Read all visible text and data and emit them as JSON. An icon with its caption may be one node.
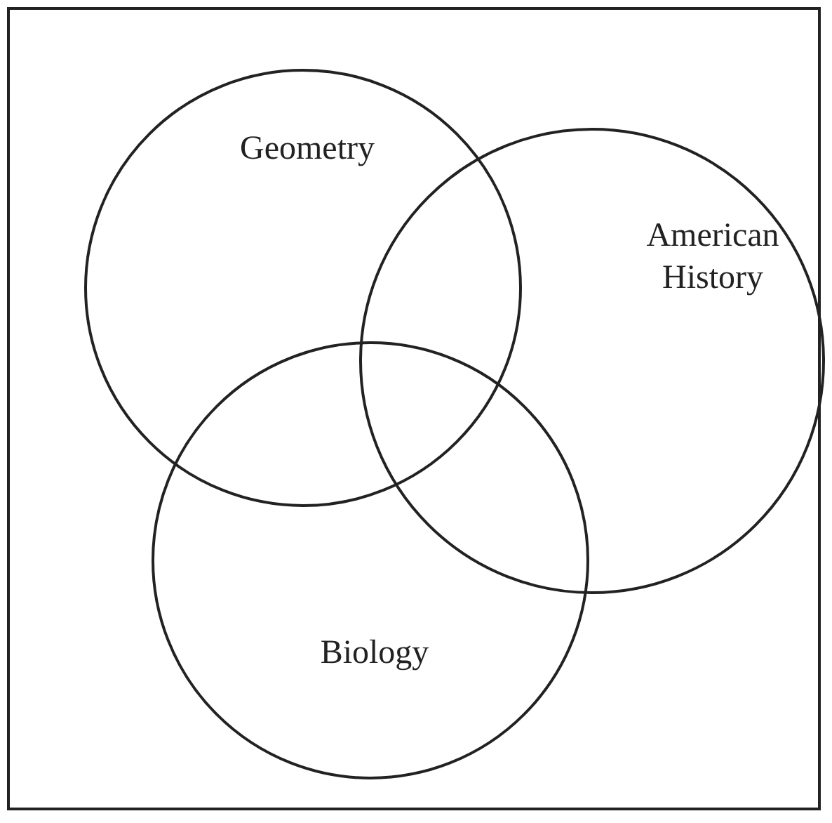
{
  "diagram": {
    "nodes": [
      {
        "text": [
          "Geometry"
        ]
      },
      {
        "text": [
          "American History"
        ]
      },
      {
        "text": [
          "Biology"
        ]
      }
    ]
  }
}
